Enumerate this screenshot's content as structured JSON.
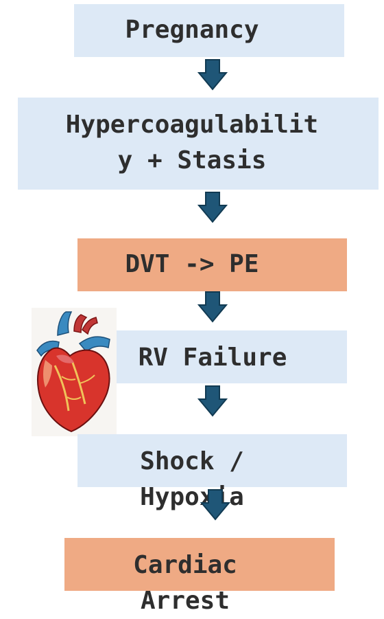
{
  "steps": [
    {
      "id": "pregnancy",
      "label": "Pregnancy",
      "color": "#dde9f6"
    },
    {
      "id": "hypercoag",
      "label": "Hypercoagulabilit\ny + Stasis",
      "color": "#dde9f6"
    },
    {
      "id": "dvt",
      "label": "DVT -> PE",
      "color": "#efaa84"
    },
    {
      "id": "rv",
      "label": "RV Failure",
      "color": "#dde9f6"
    },
    {
      "id": "shock",
      "label": "Shock /\nHypoxia",
      "color": "#dde9f6"
    },
    {
      "id": "arrest",
      "label": "Cardiac\nArrest",
      "color": "#efaa84"
    }
  ],
  "colors": {
    "arrow_fill": "#1f5677",
    "arrow_stroke": "#113a52",
    "text": "#2e2e2e"
  },
  "icons": {
    "heart": "anatomical-heart-icon"
  }
}
